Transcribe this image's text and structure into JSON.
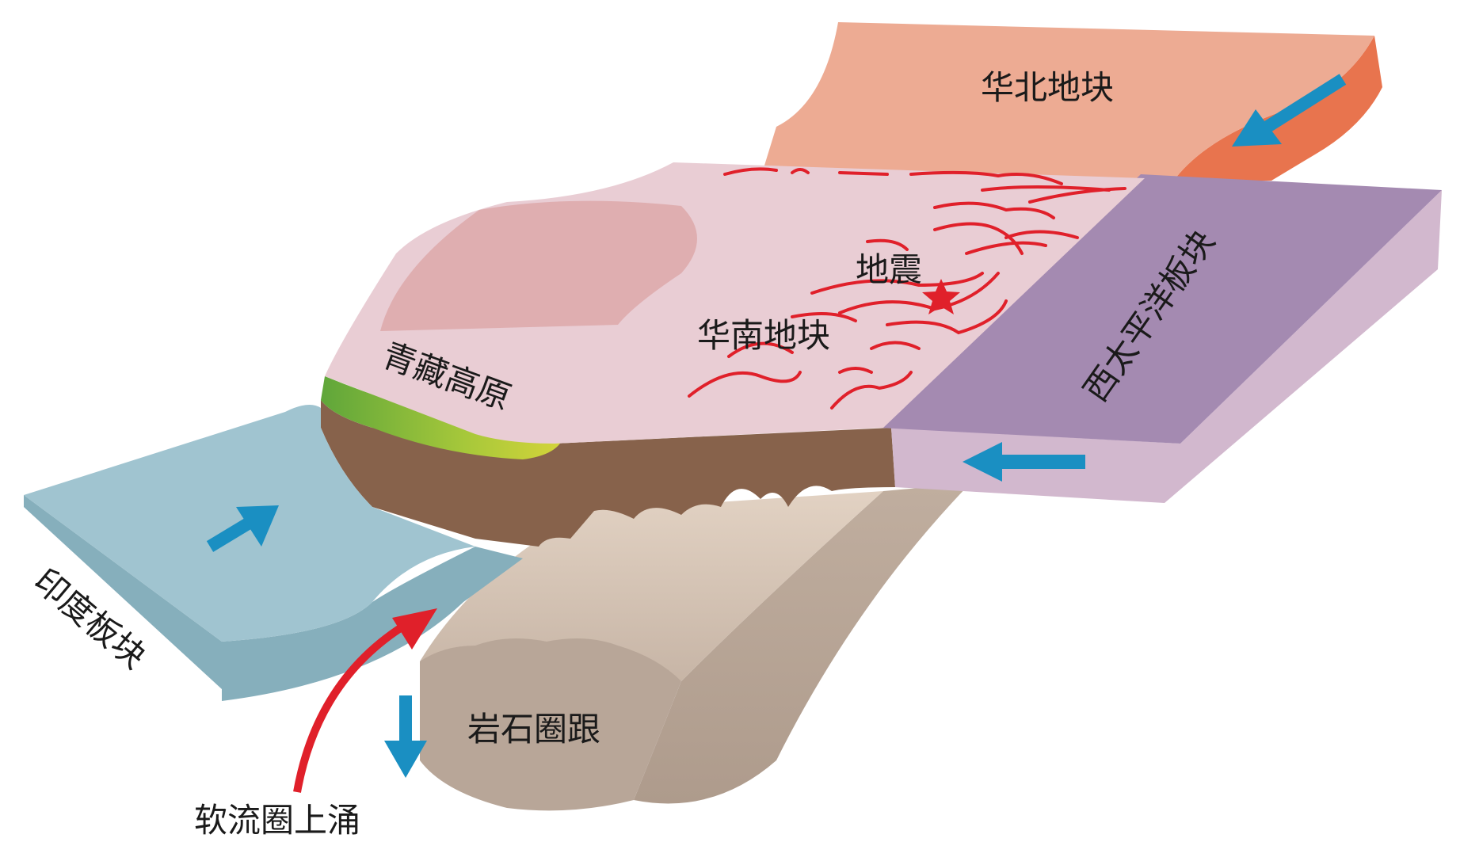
{
  "labels": {
    "north_china_block": "华北地块",
    "south_china_block": "华南地块",
    "tibetan_plateau": "青藏高原",
    "west_pacific_plate": "西太平洋板块",
    "indian_plate": "印度板块",
    "lithospheric_root": "岩石圈跟",
    "asthenosphere_upwelling": "软流圈上涌",
    "earthquake": "地震"
  },
  "colors": {
    "north_china_top": "#EDAB93",
    "north_china_side": "#E8744E",
    "south_china_top": "#E9CDD4",
    "tibet_high": "#DFAEB0",
    "west_pacific_top": "#A48AB1",
    "west_pacific_side": "#D2B8CE",
    "indian_top": "#A0C4D0",
    "indian_side": "#86AFBC",
    "crust_section": "#87624B",
    "lithosphere_root": "#D8C6B6",
    "fault_lines": "#E0202A",
    "arrow_blue": "#1A8FC2",
    "arrow_red": "#E0202A"
  },
  "icons": [
    "earthquake-star-icon",
    "plate-motion-arrow-icon",
    "upwelling-arrow-icon"
  ]
}
